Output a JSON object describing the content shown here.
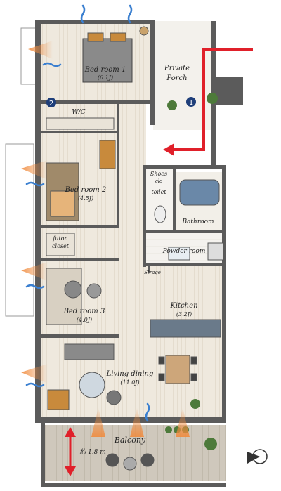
{
  "rooms": {
    "bedroom1": {
      "name": "Bed room 1",
      "size": "(6.1J)"
    },
    "private_porch": {
      "name_line1": "Private",
      "name_line2": "Porch"
    },
    "wic": {
      "name": "W/C"
    },
    "shoes_closet": {
      "name_line1": "Shoes",
      "name_line2": "clo"
    },
    "bedroom2": {
      "name": "Bed room 2",
      "size": "(4.5J)"
    },
    "toilet": {
      "name": "toilet"
    },
    "bathroom": {
      "name": "Bathroom"
    },
    "futon_closet": {
      "name_line1": "futon",
      "name_line2": "closet"
    },
    "powder_room": {
      "name": "Powder room"
    },
    "storage": {
      "name": "Strage"
    },
    "bedroom3": {
      "name": "Bed room 3",
      "size": "(4.0J)"
    },
    "kitchen": {
      "name": "Kitchen",
      "size": "(3.2J)"
    },
    "living_dining": {
      "name": "Living dining",
      "size": "(11.0J)"
    },
    "balcony": {
      "name": "Balcony",
      "depth": "約 1.8 m"
    }
  },
  "markers": [
    {
      "number": "1"
    },
    {
      "number": "2"
    }
  ],
  "colors": {
    "entry_arrow": "#e0202a",
    "marker_fill": "#1f3f7a",
    "wall": "#5b5b5b",
    "wind_blue": "#3a7fd0",
    "light_orange": "#f08a3c"
  },
  "icons": [
    "entry-arrow",
    "compass-icon",
    "wind-icon",
    "light-icon"
  ]
}
